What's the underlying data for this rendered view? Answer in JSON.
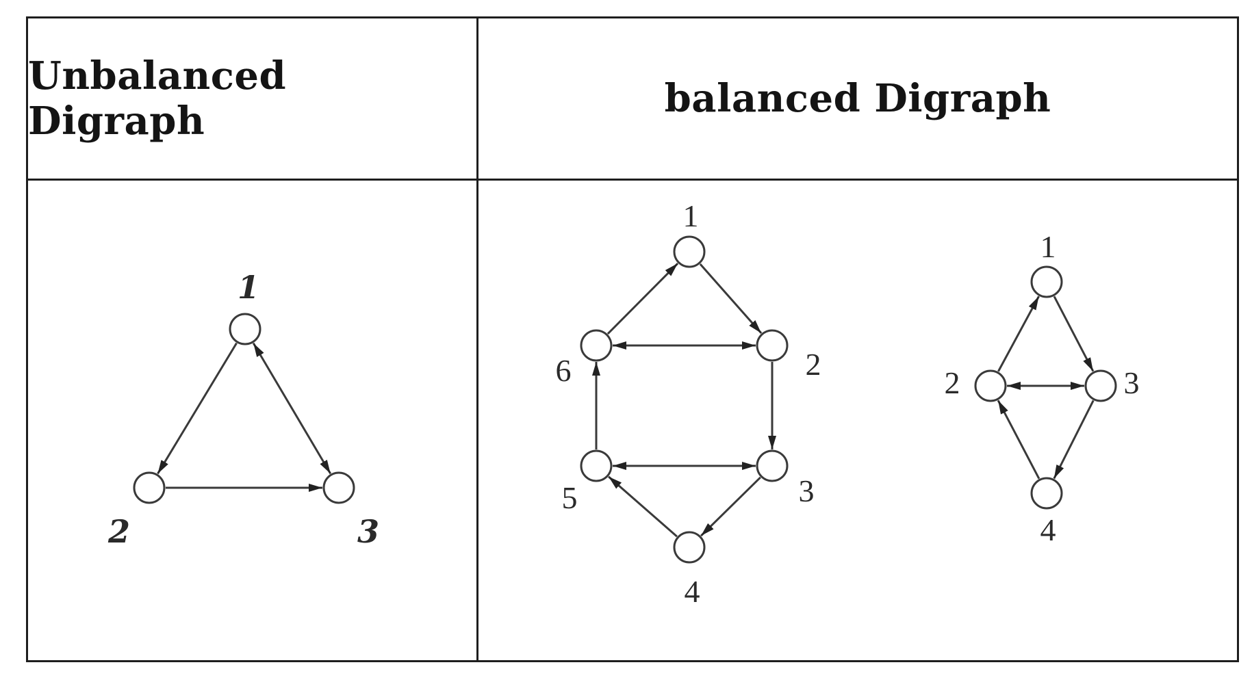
{
  "headers": {
    "left": "Unbalanced Digraph",
    "right": "balanced Digraph"
  },
  "graphs": {
    "unbalanced": {
      "nodes": [
        {
          "id": "1",
          "label": "1"
        },
        {
          "id": "2",
          "label": "2"
        },
        {
          "id": "3",
          "label": "3"
        }
      ],
      "edges": [
        {
          "from": "1",
          "to": "2",
          "bidirectional": false
        },
        {
          "from": "2",
          "to": "3",
          "bidirectional": false
        },
        {
          "from": "1",
          "to": "3",
          "bidirectional": true
        }
      ]
    },
    "balanced_six": {
      "nodes": [
        {
          "id": "1",
          "label": "1"
        },
        {
          "id": "2",
          "label": "2"
        },
        {
          "id": "3",
          "label": "3"
        },
        {
          "id": "4",
          "label": "4"
        },
        {
          "id": "5",
          "label": "5"
        },
        {
          "id": "6",
          "label": "6"
        }
      ],
      "edges": [
        {
          "from": "6",
          "to": "1",
          "bidirectional": false
        },
        {
          "from": "1",
          "to": "2",
          "bidirectional": false
        },
        {
          "from": "6",
          "to": "2",
          "bidirectional": true
        },
        {
          "from": "2",
          "to": "3",
          "bidirectional": false
        },
        {
          "from": "5",
          "to": "3",
          "bidirectional": true
        },
        {
          "from": "3",
          "to": "4",
          "bidirectional": false
        },
        {
          "from": "4",
          "to": "5",
          "bidirectional": false
        },
        {
          "from": "5",
          "to": "6",
          "bidirectional": false
        }
      ]
    },
    "balanced_four": {
      "nodes": [
        {
          "id": "1",
          "label": "1"
        },
        {
          "id": "2",
          "label": "2"
        },
        {
          "id": "3",
          "label": "3"
        },
        {
          "id": "4",
          "label": "4"
        }
      ],
      "edges": [
        {
          "from": "2",
          "to": "1",
          "bidirectional": false
        },
        {
          "from": "1",
          "to": "3",
          "bidirectional": false
        },
        {
          "from": "2",
          "to": "3",
          "bidirectional": true
        },
        {
          "from": "3",
          "to": "4",
          "bidirectional": false
        },
        {
          "from": "4",
          "to": "2",
          "bidirectional": false
        }
      ]
    }
  }
}
